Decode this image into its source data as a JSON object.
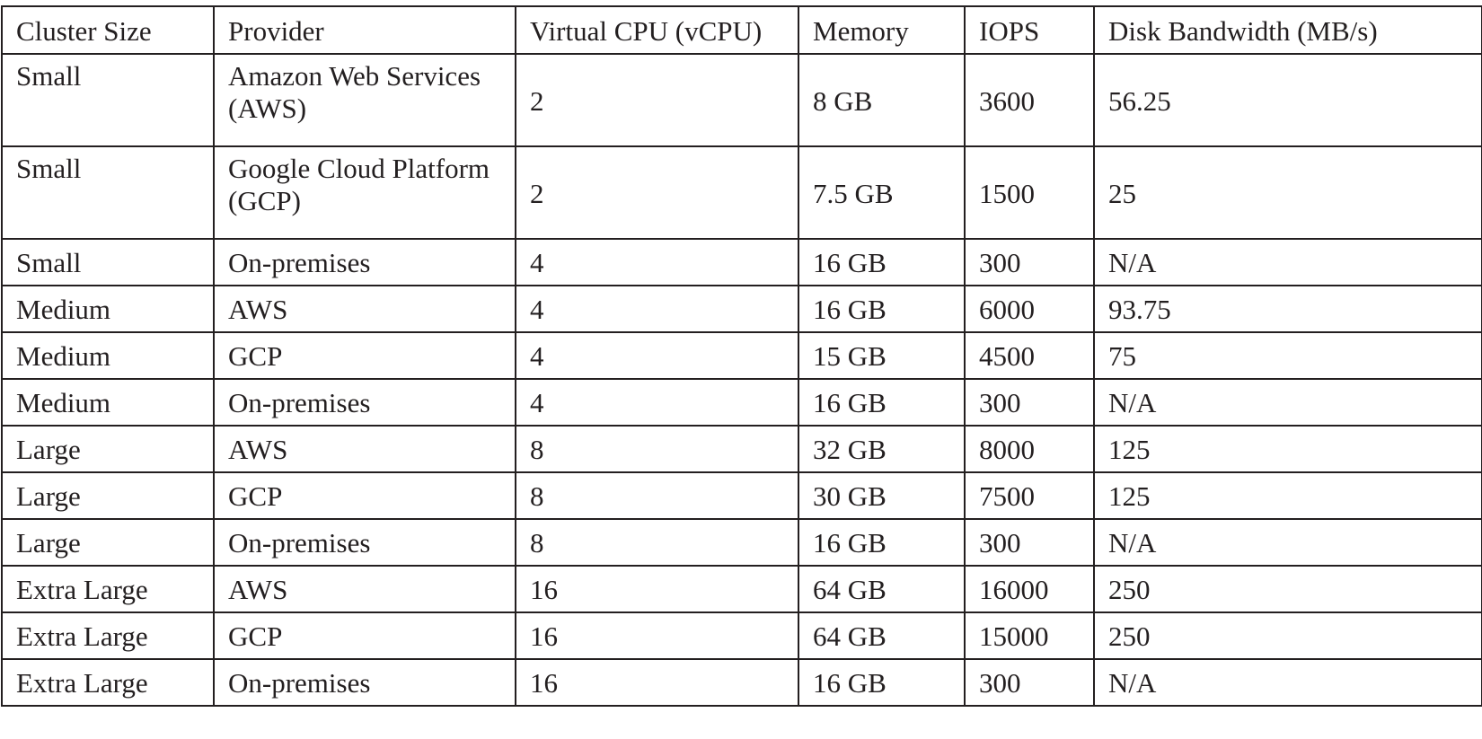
{
  "table": {
    "headers": [
      "Cluster Size",
      "Provider",
      "Virtual CPU (vCPU)",
      "Memory",
      "IOPS",
      "Disk Bandwidth (MB/s)"
    ],
    "rows": [
      [
        "Small",
        "Amazon Web Services (AWS)",
        "2",
        "8 GB",
        "3600",
        "56.25"
      ],
      [
        "Small",
        "Google Cloud Platform (GCP)",
        "2",
        "7.5 GB",
        "1500",
        "25"
      ],
      [
        "Small",
        "On-premises",
        "4",
        "16 GB",
        "300",
        "N/A"
      ],
      [
        "Medium",
        "AWS",
        "4",
        "16 GB",
        "6000",
        "93.75"
      ],
      [
        "Medium",
        "GCP",
        "4",
        "15 GB",
        "4500",
        "75"
      ],
      [
        "Medium",
        "On-premises",
        "4",
        "16 GB",
        "300",
        "N/A"
      ],
      [
        "Large",
        "AWS",
        "8",
        "32 GB",
        "8000",
        "125"
      ],
      [
        "Large",
        "GCP",
        "8",
        "30 GB",
        "7500",
        "125"
      ],
      [
        "Large",
        "On-premises",
        "8",
        "16 GB",
        "300",
        "N/A"
      ],
      [
        "Extra Large",
        "AWS",
        "16",
        "64 GB",
        "16000",
        "250"
      ],
      [
        "Extra Large",
        "GCP",
        "16",
        "64 GB",
        "15000",
        "250"
      ],
      [
        "Extra Large",
        "On-premises",
        "16",
        "16 GB",
        "300",
        "N/A"
      ]
    ]
  }
}
